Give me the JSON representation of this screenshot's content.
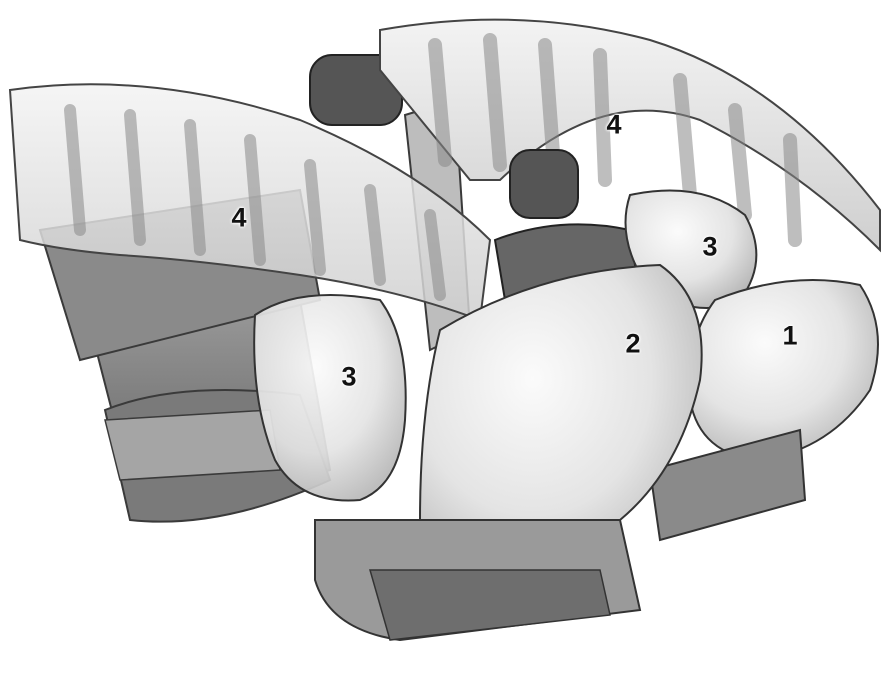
{
  "callouts": {
    "curtain_right": "4",
    "curtain_left": "4",
    "side_right": "3",
    "side_left": "3",
    "passenger_front": "2",
    "driver_front": "1"
  },
  "colors": {
    "background": "#ffffff",
    "curtain_fill": "#ececec",
    "seat_dark": "#8c8c8c",
    "airbag_fill": "#efefef",
    "outline": "#3a3a3a"
  }
}
